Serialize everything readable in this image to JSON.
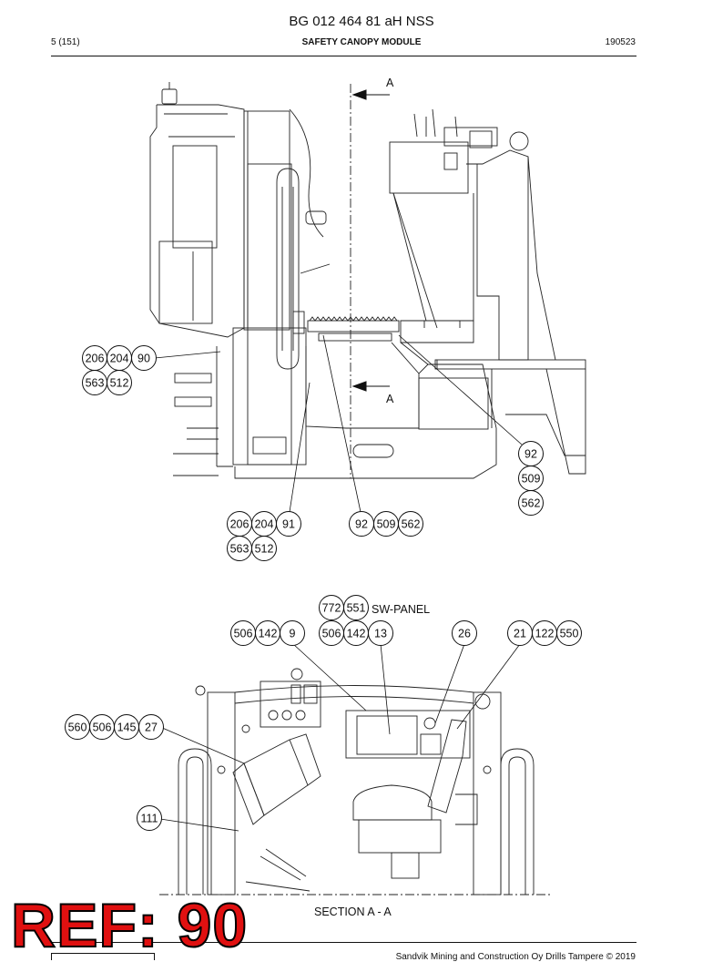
{
  "header": {
    "doc_id": "BG 012 464 81 aH NSS",
    "page": "5 (151)",
    "title": "SAFETY CANOPY MODULE",
    "date": "190523"
  },
  "top_view": {
    "section_marker_top": "A",
    "section_marker_bottom": "A",
    "callouts": [
      {
        "group": "left-upper",
        "labels": [
          "206",
          "204",
          "90",
          "563",
          "512"
        ]
      },
      {
        "group": "right",
        "labels": [
          "92",
          "509",
          "562"
        ]
      },
      {
        "group": "bottom-left",
        "labels": [
          "206",
          "204",
          "91",
          "563",
          "512"
        ]
      },
      {
        "group": "bottom-center",
        "labels": [
          "92",
          "509",
          "562"
        ]
      }
    ]
  },
  "section_view": {
    "title": "SECTION A - A",
    "panel_label": "SW-PANEL",
    "callouts": [
      {
        "group": "panel",
        "labels": [
          "772",
          "551"
        ]
      },
      {
        "group": "left-top",
        "labels": [
          "506",
          "142",
          "9"
        ]
      },
      {
        "group": "center-top",
        "labels": [
          "506",
          "142",
          "13"
        ]
      },
      {
        "group": "right-single",
        "labels": [
          "26"
        ]
      },
      {
        "group": "right-top",
        "labels": [
          "21",
          "122",
          "550"
        ]
      },
      {
        "group": "left-mid",
        "labels": [
          "560",
          "506",
          "145",
          "27"
        ]
      },
      {
        "group": "left-low",
        "labels": [
          "111"
        ]
      }
    ]
  },
  "footer": {
    "copyright": "Sandvik Mining and Construction Oy Drills Tampere © 2019"
  },
  "stamp": {
    "text": "REF: 90",
    "color": "#e01010"
  }
}
